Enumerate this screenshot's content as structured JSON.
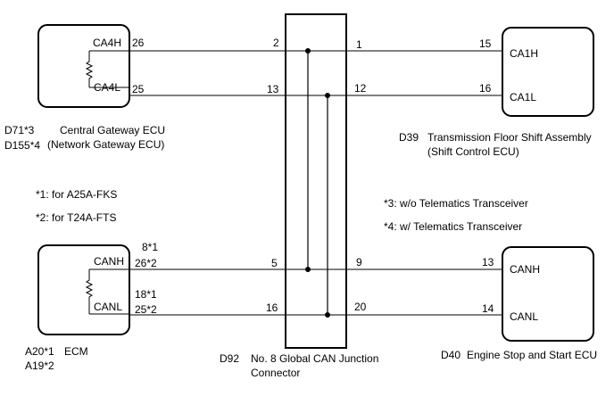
{
  "central_gateway": {
    "pins": {
      "h_name": "CA4H",
      "h_num": "26",
      "l_name": "CA4L",
      "l_num": "25"
    },
    "codes": [
      "D71*3",
      "D155*4"
    ],
    "name": "Central Gateway ECU",
    "subname": "(Network Gateway ECU)"
  },
  "transmission": {
    "pins": {
      "h_name": "CA1H",
      "h_num": "15",
      "l_name": "CA1L",
      "l_num": "16"
    },
    "code": "D39",
    "name": "Transmission Floor Shift Assembly",
    "subname": "(Shift Control ECU)"
  },
  "ecm": {
    "pins": {
      "h_name": "CANH",
      "h_num1": "8*1",
      "h_num2": "26*2",
      "l_name": "CANL",
      "l_num1": "18*1",
      "l_num2": "25*2"
    },
    "codes": [
      "A20*1",
      "A19*2"
    ],
    "name": "ECM"
  },
  "engine_stop": {
    "pins": {
      "h_name": "CANH",
      "h_num": "13",
      "l_name": "CANL",
      "l_num": "14"
    },
    "code": "D40",
    "name": "Engine Stop and Start ECU"
  },
  "junction": {
    "pins": {
      "p2": "2",
      "p13": "13",
      "p1": "1",
      "p12": "12",
      "p5": "5",
      "p16": "16",
      "p9": "9",
      "p20": "20"
    },
    "code": "D92",
    "name": "No. 8 Global CAN Junction",
    "name2": "Connector"
  },
  "notes": {
    "n1": "*1: for A25A-FKS",
    "n2": "*2: for T24A-FTS",
    "n3": "*3: w/o Telematics Transceiver",
    "n4": "*4: w/ Telematics Transceiver"
  }
}
